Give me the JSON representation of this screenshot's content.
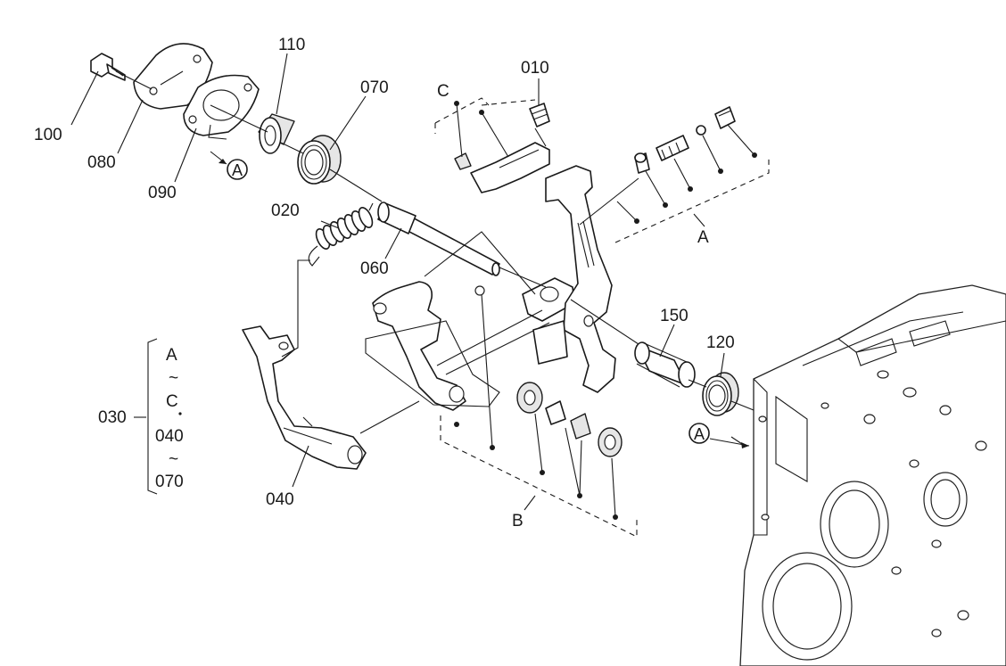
{
  "parts": {
    "p100": "100",
    "p080": "080",
    "p090": "090",
    "p110": "110",
    "p070": "070",
    "p020": "020",
    "p060": "060",
    "p010": "010",
    "p040": "040",
    "p150": "150",
    "p120": "120",
    "p030": "030"
  },
  "group_labels": {
    "a_right": "A",
    "c_top": "C",
    "b_bottom": "B"
  },
  "ref_marks": {
    "a_circle_left": "A",
    "a_circle_right": "A"
  },
  "range_note": {
    "l1": "A",
    "l2": "~",
    "l3": "C",
    "l4": "040",
    "l5": "~",
    "l6": "070"
  }
}
